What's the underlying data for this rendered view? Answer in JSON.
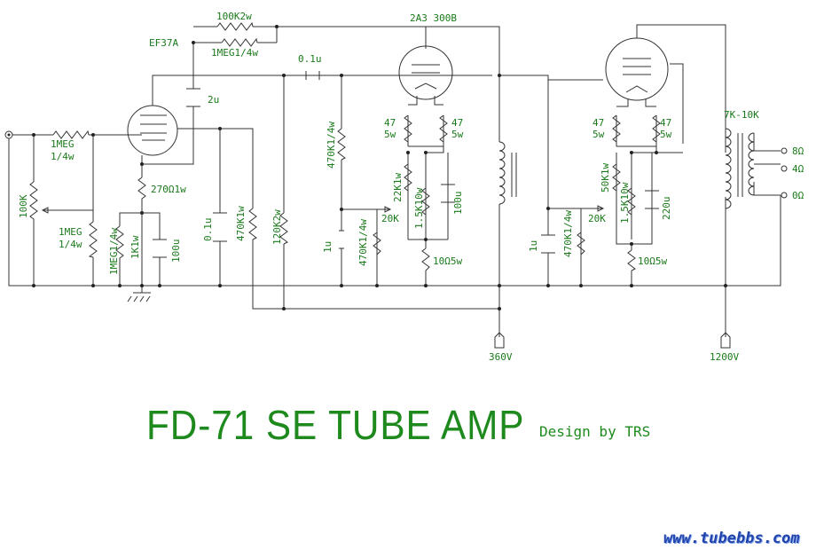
{
  "title": "FD-71 SE TUBE AMP",
  "credit": "Design by TRS",
  "website": "www.tubebbs.com",
  "labels": {
    "tube_driver": "EF37A",
    "tube_output_a": "2A3 300B",
    "r_100k2w": "100K2w",
    "r_1meg14w_top": "1MEG1/4w",
    "c_01u_top": "0.1u",
    "c_2u": "2u",
    "r_1meg_in": "1MEG",
    "r_1meg_in_w": "1/4w",
    "pot_100k": "100K",
    "r_1meg_grid": "1MEG",
    "r_1meg_grid_w": "1/4w",
    "r_270": "270Ω1w",
    "r_1meg14w_k": "1MEG1/4w",
    "r_1k1w": "1K1w",
    "c_100u_k1": "100u",
    "c_01u_mid": "0.1u",
    "r_470k1w": "470K1w",
    "r_120k2w": "120K2w",
    "r_470k14w_grid": "470K1/4w",
    "c_1u_1": "1u",
    "r_470k14w_1": "470K1/4w",
    "r_47_a": "47",
    "r_5w_a": "5w",
    "r_47_b": "47",
    "r_5w_b": "5w",
    "r_22k1w": "22K1w",
    "r_15k10w_1": "1.5K10w",
    "pot_20k_1": "20K",
    "c_100u_2": "100u",
    "r_10ohm_1": "10Ω5w",
    "v_360": "360V",
    "r_47_c": "47",
    "r_5w_c": "5w",
    "r_47_d": "47",
    "r_5w_d": "5w",
    "r_50k1w": "50K1w",
    "r_15k10w_2": "1.5K10w",
    "pot_20k_2": "20K",
    "c_220u": "220u",
    "c_1u_2": "1u",
    "r_470k14w_2": "470K1/4w",
    "r_10ohm_2": "10Ω5w",
    "xfmr": "7K-10K",
    "tap_8": "8Ω",
    "tap_4": "4Ω",
    "tap_0": "0Ω",
    "v_1200": "1200V"
  },
  "colors": {
    "label_green": "#1a7a1a",
    "title_green": "#1e8a1e",
    "site_blue": "#2244aa",
    "wire": "#333333"
  }
}
